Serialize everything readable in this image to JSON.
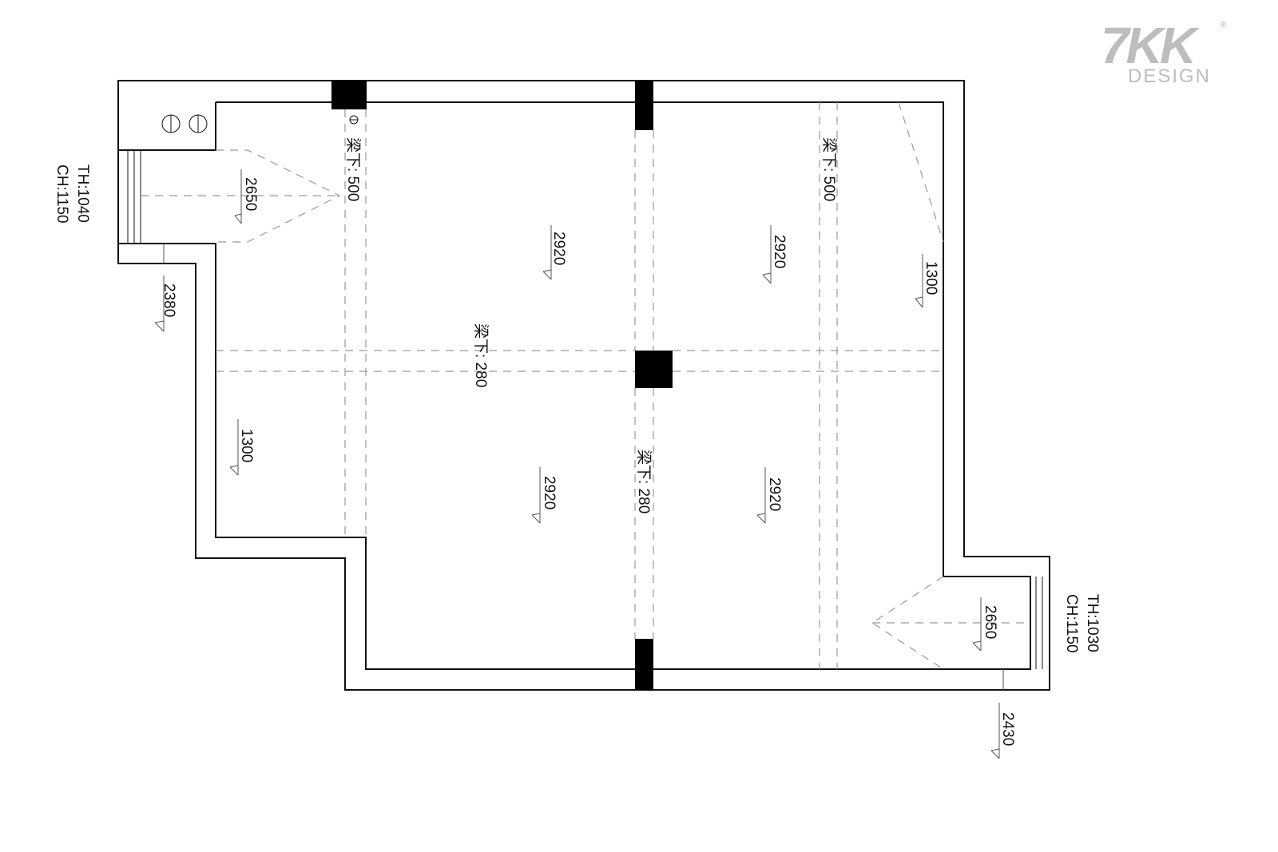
{
  "logo": {
    "mark": "7KK",
    "sub": "DESIGN",
    "reg": "®"
  },
  "beams": {
    "beam_a": "梁下: 500",
    "beam_b": "梁下: 500",
    "beam_c": "梁下: 280",
    "beam_d": "梁下: 280"
  },
  "heights": {
    "h_2650_top": "2650",
    "h_2380": "2380",
    "h_2920_tl": "2920",
    "h_2920_tr": "2920",
    "h_1300_right": "1300",
    "h_1300_left": "1300",
    "h_2920_bl": "2920",
    "h_2920_br": "2920",
    "h_2650_bottom": "2650",
    "h_2430": "2430"
  },
  "windows": {
    "left_th": "TH:1040",
    "left_ch": "CH:1150",
    "right_th": "TH:1030",
    "right_ch": "CH:1150"
  }
}
